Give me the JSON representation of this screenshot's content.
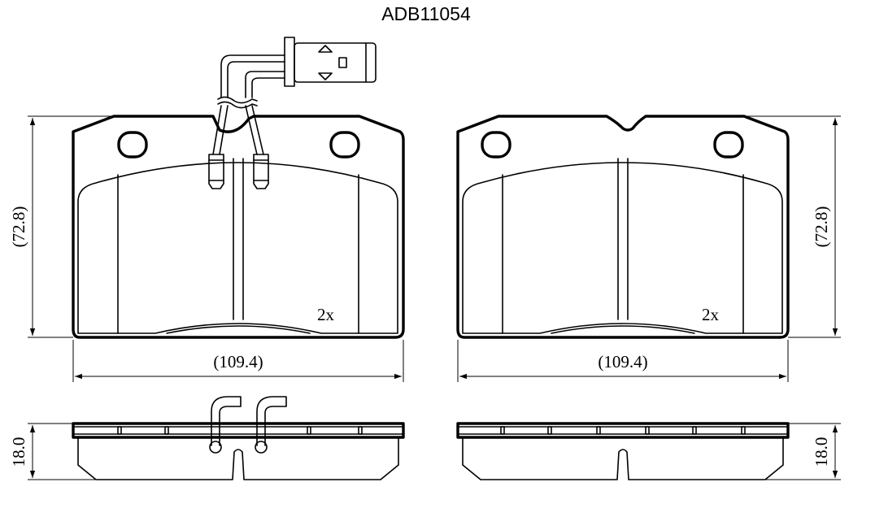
{
  "title": "ADB11054",
  "pads": [
    {
      "id": "left",
      "width_label": "(109.4)",
      "height_label": "(72.8)",
      "quantity_label": "2x",
      "thickness_label": "18.0",
      "has_wear_sensor": true
    },
    {
      "id": "right",
      "width_label": "(109.4)",
      "height_label": "(72.8)",
      "quantity_label": "2x",
      "thickness_label": "18.0",
      "has_wear_sensor": false
    }
  ]
}
